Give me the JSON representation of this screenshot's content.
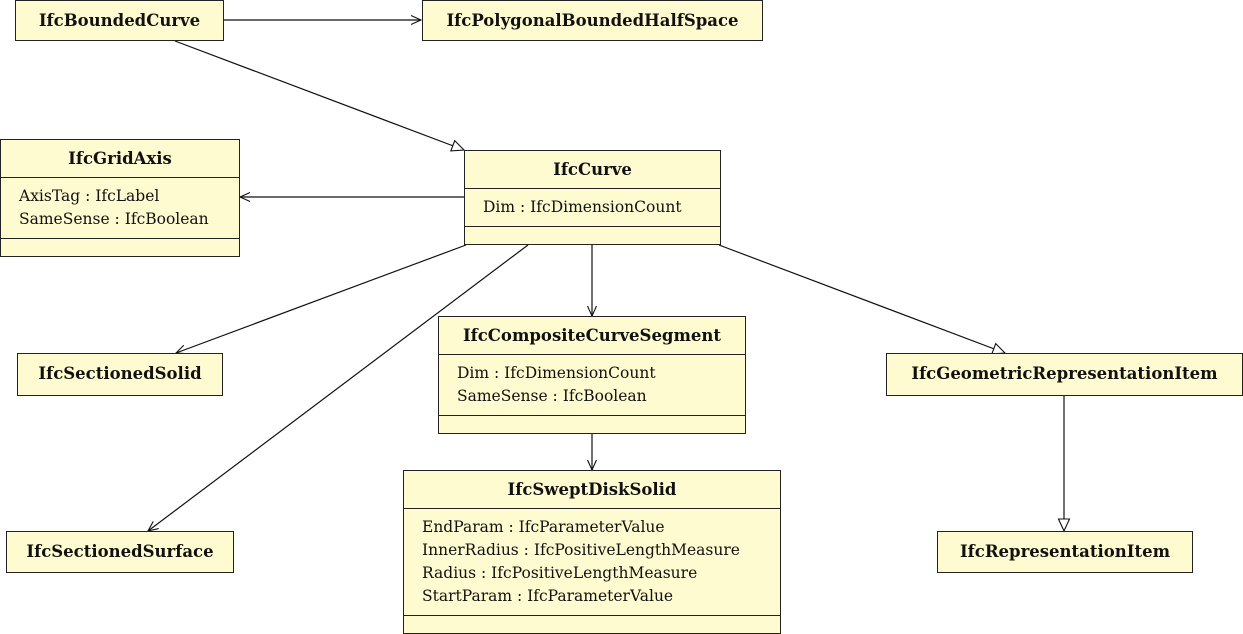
{
  "classes": {
    "bounded_curve": {
      "name": "IfcBoundedCurve"
    },
    "polygonal_half_space": {
      "name": "IfcPolygonalBoundedHalfSpace"
    },
    "grid_axis": {
      "name": "IfcGridAxis",
      "attrs": [
        "AxisTag : IfcLabel",
        "SameSense : IfcBoolean"
      ]
    },
    "curve": {
      "name": "IfcCurve",
      "attrs": [
        "Dim : IfcDimensionCount"
      ]
    },
    "sectioned_solid": {
      "name": "IfcSectionedSolid"
    },
    "composite_curve_segment": {
      "name": "IfcCompositeCurveSegment",
      "attrs": [
        "Dim : IfcDimensionCount",
        "SameSense : IfcBoolean"
      ]
    },
    "geometric_representation_item": {
      "name": "IfcGeometricRepresentationItem"
    },
    "swept_disk_solid": {
      "name": "IfcSweptDiskSolid",
      "attrs": [
        "EndParam : IfcParameterValue",
        "InnerRadius : IfcPositiveLengthMeasure",
        "Radius : IfcPositiveLengthMeasure",
        "StartParam : IfcParameterValue"
      ]
    },
    "sectioned_surface": {
      "name": "IfcSectionedSurface"
    },
    "representation_item": {
      "name": "IfcRepresentationItem"
    }
  },
  "relations": [
    {
      "from": "bounded_curve",
      "to": "polygonal_half_space",
      "kind": "association"
    },
    {
      "from": "bounded_curve",
      "to": "curve",
      "kind": "generalization"
    },
    {
      "from": "curve",
      "to": "grid_axis",
      "kind": "association"
    },
    {
      "from": "curve",
      "to": "sectioned_solid",
      "kind": "association"
    },
    {
      "from": "curve",
      "to": "sectioned_surface",
      "kind": "association"
    },
    {
      "from": "curve",
      "to": "composite_curve_segment",
      "kind": "association"
    },
    {
      "from": "curve",
      "to": "geometric_representation_item",
      "kind": "generalization"
    },
    {
      "from": "composite_curve_segment",
      "to": "swept_disk_solid",
      "kind": "association"
    },
    {
      "from": "geometric_representation_item",
      "to": "representation_item",
      "kind": "generalization"
    }
  ]
}
